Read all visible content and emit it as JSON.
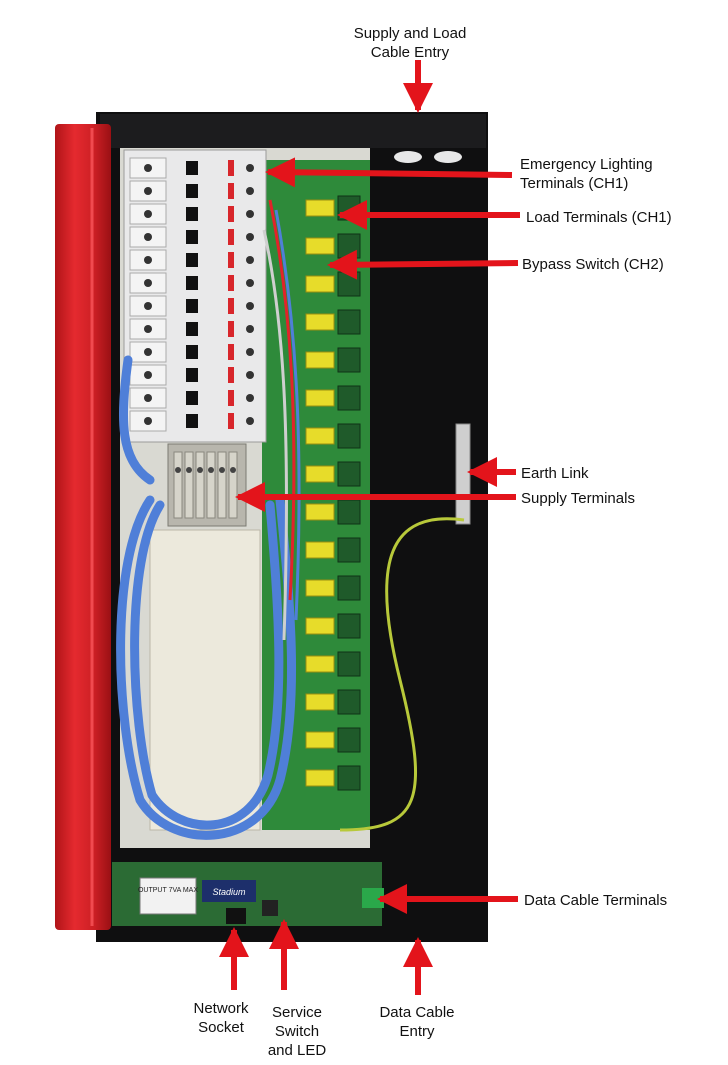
{
  "colors": {
    "arrow": "#e3141b",
    "enclosure": "#0f0f10",
    "lid": "#d8262b",
    "pcb": "#2e8a3a",
    "breaker": "#e9e9ea",
    "cable": "#4f7fd8",
    "earth_wire": "#b8c93a"
  },
  "labels": {
    "supply_load_entry": "Supply and Load\nCable Entry",
    "emergency_lighting": "Emergency Lighting\nTerminals (CH1)",
    "load_terminals": "Load Terminals (CH1)",
    "bypass_switch": "Bypass Switch (CH2)",
    "earth_link": "Earth Link",
    "supply_terminals": "Supply Terminals",
    "data_cable_terminals": "Data Cable Terminals",
    "network_socket": "Network\nSocket",
    "service_switch": "Service\nSwitch\nand LED",
    "data_cable_entry": "Data Cable\nEntry"
  },
  "printed_markings": {
    "transformer_label": "OUTPUT 7VA MAX",
    "module_brand": "Stadium"
  }
}
